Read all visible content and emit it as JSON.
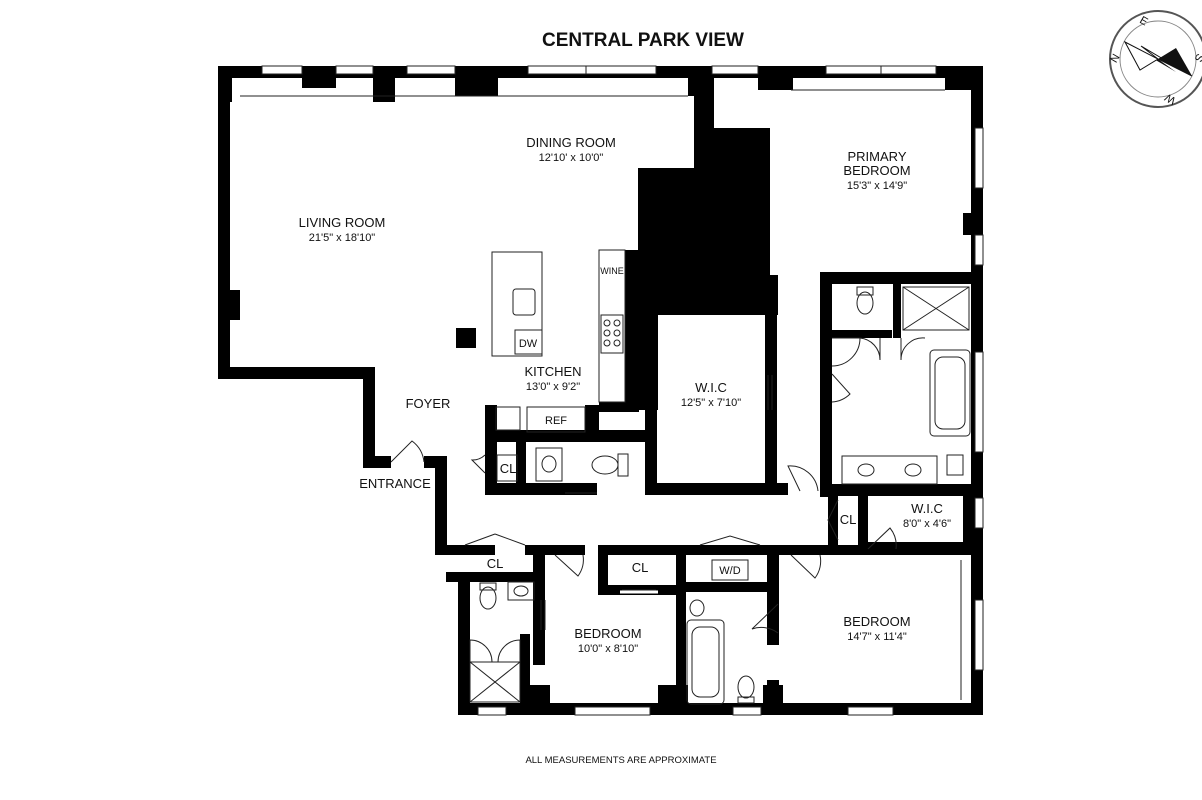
{
  "title": "CENTRAL PARK VIEW",
  "footer": "ALL MEASUREMENTS ARE APPROXIMATE",
  "compass": {
    "letters": [
      "N",
      "E",
      "S",
      "W"
    ]
  },
  "rooms": {
    "dining": {
      "name": "DINING ROOM",
      "dim": "12'10' x 10'0\""
    },
    "primary": {
      "name1": "PRIMARY",
      "name2": "BEDROOM",
      "dim": "15'3\" x 14'9\""
    },
    "living": {
      "name": "LIVING ROOM",
      "dim": "21'5\" x 18'10\""
    },
    "kitchen": {
      "name": "KITCHEN",
      "dim": "13'0\" x 9'2\""
    },
    "foyer": {
      "name": "FOYER"
    },
    "entrance": {
      "name": "ENTRANCE"
    },
    "wic1": {
      "name": "W.I.C",
      "dim": "12'5\" x 7'10\""
    },
    "wic2": {
      "name": "W.I.C",
      "dim": "8'0\" x 4'6\""
    },
    "bedroom1": {
      "name": "BEDROOM",
      "dim": "10'0\" x 8'10\""
    },
    "bedroom2": {
      "name": "BEDROOM",
      "dim": "14'7\" x 11'4\""
    }
  },
  "fixtures": {
    "wine": "WINE",
    "dw": "DW",
    "ref": "REF",
    "wd": "W/D",
    "cl1": "CL",
    "cl2": "CL",
    "cl3": "CL",
    "cl4": "CL"
  },
  "colors": {
    "wall": "#000000",
    "background": "#ffffff"
  }
}
